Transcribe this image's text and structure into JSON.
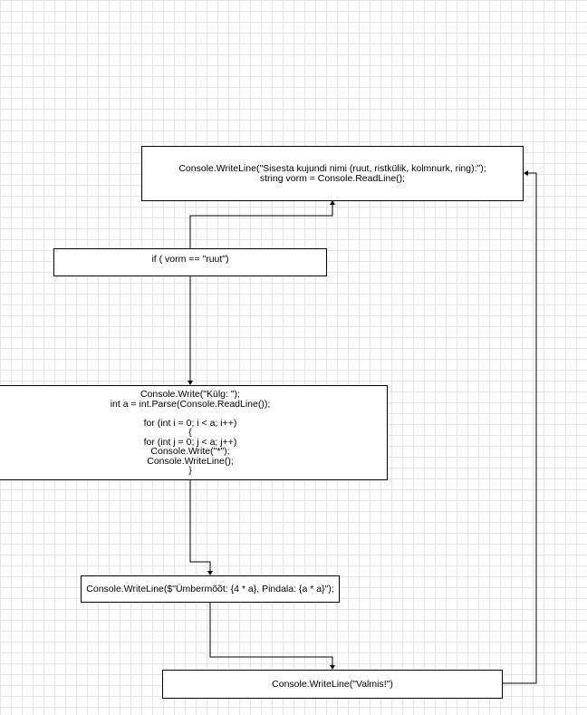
{
  "diagram": {
    "nodes": [
      {
        "id": "input",
        "text": "Console.WriteLine(\"Sisesta kujundi nimi (ruut, ristkülik, kolmnurk, ring):\");\nstring vorm = Console.ReadLine();"
      },
      {
        "id": "if",
        "text": "if ( vorm == \"ruut\")"
      },
      {
        "id": "loop",
        "text": "Console.Write(\"Külg: \");\nint a = int.Parse(Console.ReadLine());\n\nfor (int i = 0; i < a; i++)\n{\nfor (int j = 0; j < a; j++)\nConsole.Write(\"*\");\nConsole.WriteLine();\n}"
      },
      {
        "id": "result",
        "text": "Console.WriteLine($\"Ümbermõõt: {4 * a}, Pindala: {a * a}\");"
      },
      {
        "id": "done",
        "text": "Console.WriteLine(\"Valmis!\")"
      }
    ],
    "edges": [
      {
        "from": "if",
        "to": "input"
      },
      {
        "from": "if",
        "to": "loop"
      },
      {
        "from": "loop",
        "to": "result"
      },
      {
        "from": "result",
        "to": "done"
      },
      {
        "from": "done",
        "to": "input"
      }
    ]
  }
}
